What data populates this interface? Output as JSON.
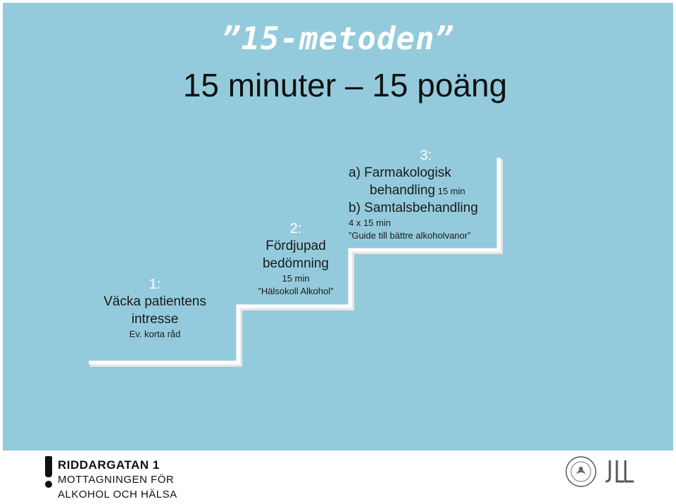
{
  "header": {
    "title": "”15-metoden”",
    "subtitle": "15 minuter – 15 poäng"
  },
  "steps": {
    "step1": {
      "number": "1:",
      "line1": "Väcka patientens",
      "line2": "intresse",
      "note": "Ev. korta råd"
    },
    "step2": {
      "number": "2:",
      "line1": "Fördjupad",
      "line2": "bedömning",
      "time": "15 min",
      "note": "”Hälsokoll Alkohol”"
    },
    "step3": {
      "number": "3:",
      "a_line1": "a)  Farmakologisk",
      "a_line2": "behandling",
      "a_time": " 15 min",
      "b_line": "b)  Samtalsbehandling",
      "b_time": "4 x 15 min",
      "b_note": "”Guide till bättre alkoholvanor”"
    }
  },
  "footer": {
    "org_line1": "RIDDARGATAN 1",
    "org_line2": "MOTTAGNINGEN FÖR",
    "org_line3": "ALKOHOL OCH HÄLSA"
  },
  "colors": {
    "slide_bg": "#94cbdc",
    "stair_line": "#ffffff",
    "title": "#ffffff",
    "number": "#ffffff"
  },
  "icons": [
    "riddargatan-logo-icon",
    "karolinska-seal-icon",
    "sll-logo-icon"
  ]
}
